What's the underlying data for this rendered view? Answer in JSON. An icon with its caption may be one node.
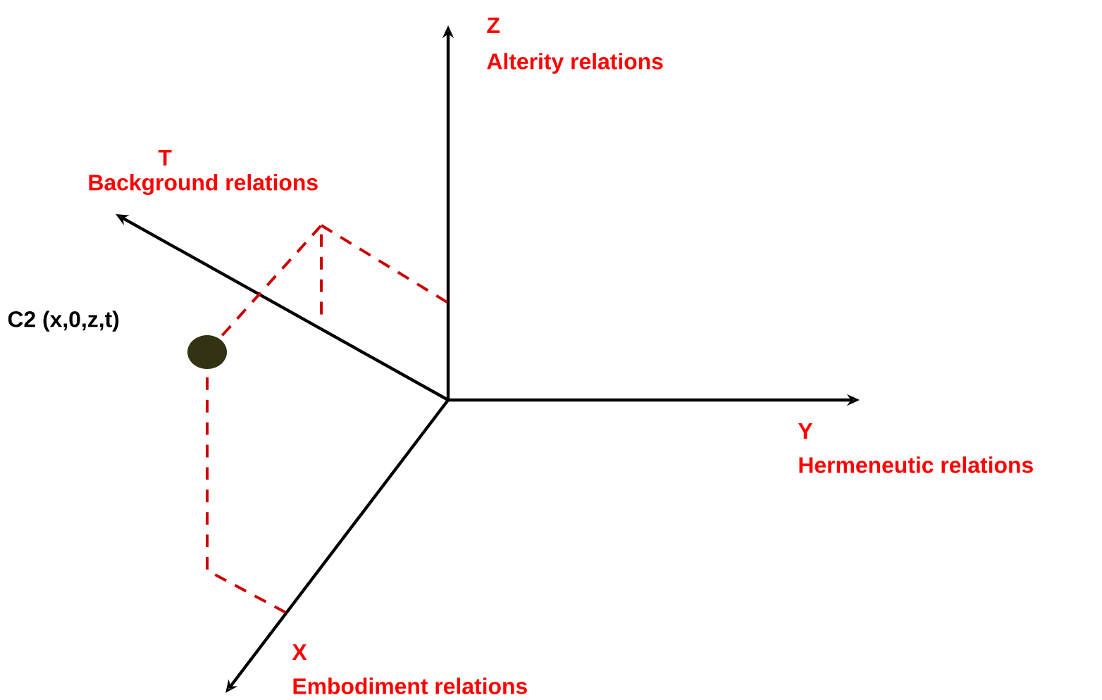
{
  "diagram": {
    "labels": [
      "Z",
      "Alterity relations",
      "T",
      "Background relations",
      "C2 (x,0,z,t)",
      "Y",
      "Hermeneutic relations",
      "X",
      "Embodiment relations"
    ]
  }
}
